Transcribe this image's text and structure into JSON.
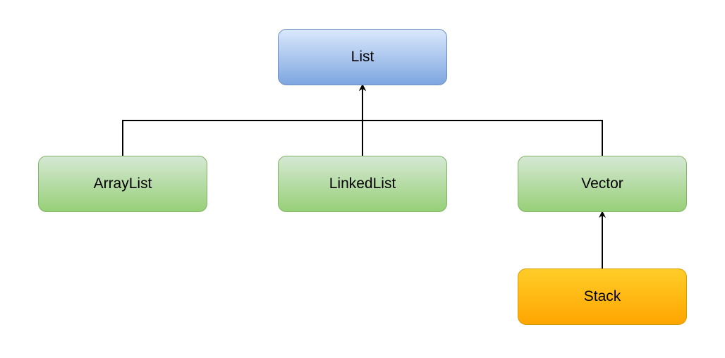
{
  "diagram": {
    "nodes": {
      "list": {
        "label": "List",
        "fill": "#7ea6e0"
      },
      "arraylist": {
        "label": "ArrayList",
        "fill": "#97d077"
      },
      "linkedlist": {
        "label": "LinkedList",
        "fill": "#97d077"
      },
      "vector": {
        "label": "Vector",
        "fill": "#97d077"
      },
      "stack": {
        "label": "Stack",
        "fill": "#ffa500"
      }
    },
    "edges": [
      {
        "from": "ArrayList",
        "to": "List",
        "arrow": "to"
      },
      {
        "from": "LinkedList",
        "to": "List",
        "arrow": "to"
      },
      {
        "from": "Vector",
        "to": "List",
        "arrow": "to"
      },
      {
        "from": "Stack",
        "to": "Vector",
        "arrow": "to"
      }
    ]
  }
}
